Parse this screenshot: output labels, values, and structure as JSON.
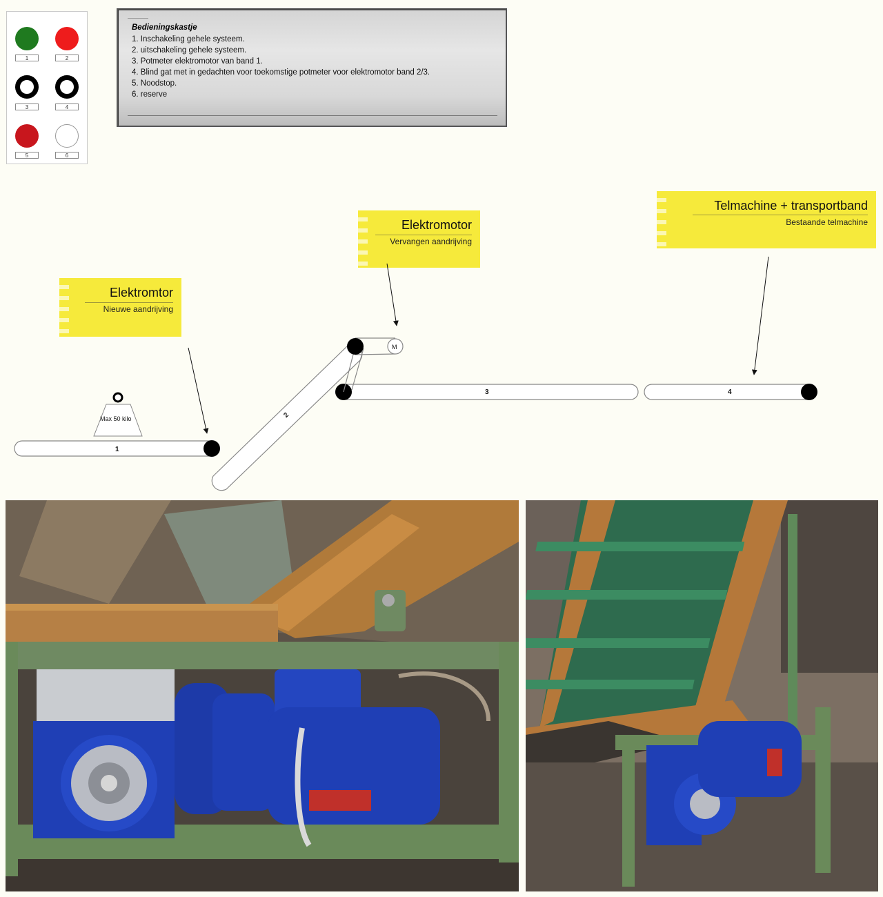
{
  "control_panel": {
    "buttons": [
      {
        "label": "1",
        "color": "#1f7a1f",
        "style": "filled"
      },
      {
        "label": "2",
        "color": "#ee1c1c",
        "style": "filled"
      },
      {
        "label": "3",
        "color": "#000000",
        "style": "ring"
      },
      {
        "label": "4",
        "color": "#000000",
        "style": "ring"
      },
      {
        "label": "5",
        "color": "#c8161d",
        "style": "filled"
      },
      {
        "label": "6",
        "color": "#ffffff",
        "style": "empty"
      }
    ]
  },
  "description": {
    "title": "Bedieningskastje",
    "items": [
      "1. Inschakeling gehele systeem.",
      "2. uitschakeling gehele systeem.",
      "3. Potmeter elektromotor van band 1.",
      "4. Blind gat met in gedachten voor toekomstige potmeter voor elektromotor band 2/3.",
      "5. Noodstop.",
      "6. reserve"
    ]
  },
  "callouts": {
    "motor_new": {
      "title": "Elektromtor",
      "subtitle": "Nieuwe aandrijving"
    },
    "motor_replace": {
      "title": "Elektromotor",
      "subtitle": "Vervangen aandrijving"
    },
    "counter": {
      "title": "Telmachine + transportband",
      "subtitle": "Bestaande telmachine"
    }
  },
  "diagram": {
    "hopper_label": "Max 50 kilo",
    "motor_label": "M",
    "belts": {
      "b1": "1",
      "b2": "2",
      "b3": "3",
      "b4": "4"
    }
  },
  "colors": {
    "callout_yellow": "#f6ea3b",
    "motor_blue": "#1f3fb5",
    "frame_green": "#6a8a5a"
  }
}
